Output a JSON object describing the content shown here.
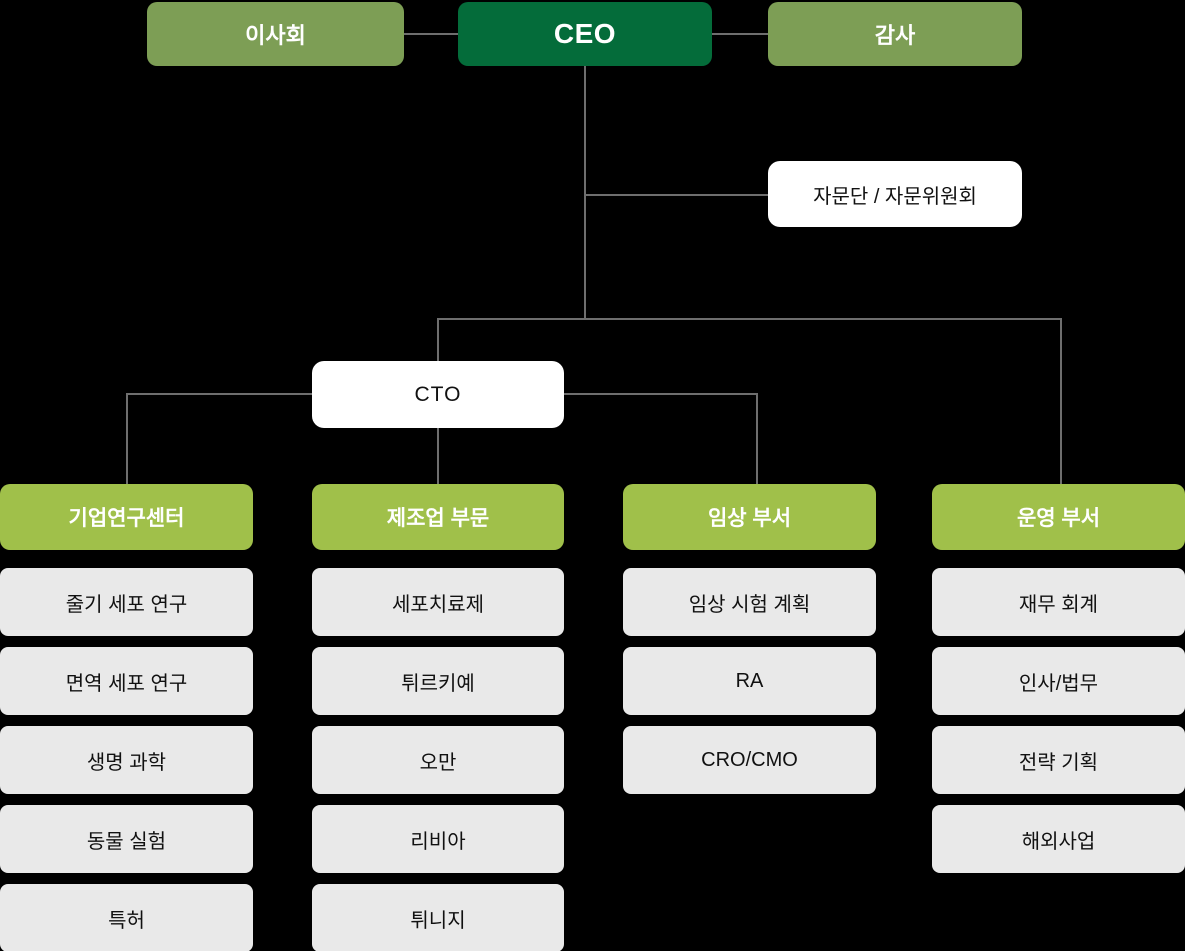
{
  "nodes": {
    "board": "이사회",
    "ceo": "CEO",
    "audit": "감사",
    "advisory": "자문단 / 자문위원회",
    "cto": "CTO"
  },
  "departments": [
    {
      "label": "기업연구센터",
      "items": [
        "줄기 세포 연구",
        "면역 세포 연구",
        "생명 과학",
        "동물 실험",
        "특허"
      ]
    },
    {
      "label": "제조업 부문",
      "items": [
        "세포치료제",
        "튀르키예",
        "오만",
        "리비아",
        "튀니지"
      ]
    },
    {
      "label": "임상 부서",
      "items": [
        "임상 시험 계획",
        "RA",
        "CRO/CMO"
      ]
    },
    {
      "label": "운영 부서",
      "items": [
        "재무 회계",
        "인사/법무",
        "전략 기획",
        "해외사업"
      ]
    }
  ],
  "colors": {
    "background": "#000000",
    "ceo_dark_green": "#046C3A",
    "top_light_green": "#7D9E55",
    "dept_yellow_green": "#A0C04A",
    "item_gray": "#E9E9E9",
    "connector_gray": "#6E6E6E",
    "node_white": "#FFFFFF"
  }
}
